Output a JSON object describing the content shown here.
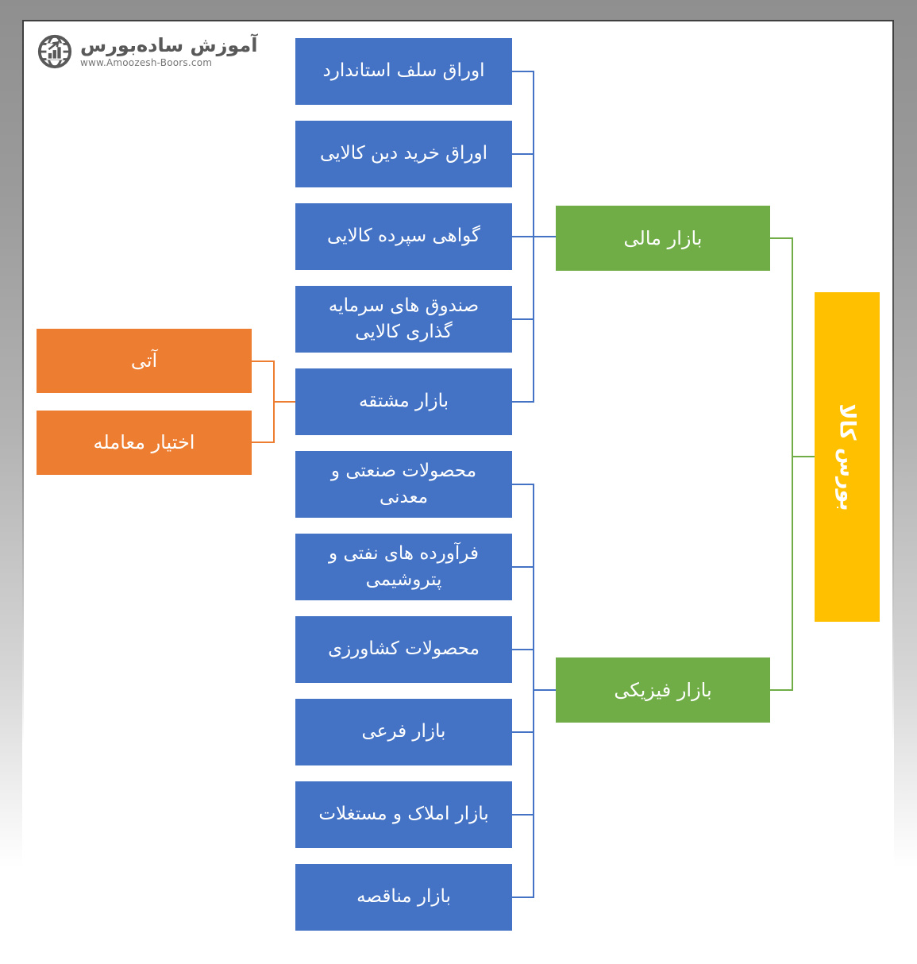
{
  "logo": {
    "title": "آموزش ساده‌بورس",
    "url": "www.Amoozesh-Boors.com"
  },
  "diagram": {
    "root": "بورس کالا",
    "financial_market": "بازار مالی",
    "physical_market": "بازار فیزیکی",
    "financial_children": [
      "اوراق سلف استاندارد",
      "اوراق خرید دین کالایی",
      "گواهی سپرده کالایی",
      "صندوق های سرمایه گذاری کالایی",
      "بازار مشتقه"
    ],
    "physical_children": [
      "محصولات صنعتی و معدنی",
      "فرآورده های نفتی و پتروشیمی",
      "محصولات کشاورزی",
      "بازار فرعی",
      "بازار املاک و مستغلات",
      "بازار مناقصه"
    ],
    "derivative_children": [
      "آتی",
      "اختیار معامله"
    ],
    "colors": {
      "node_blue": "#4472C4",
      "node_green": "#70AD47",
      "node_orange": "#ED7D31",
      "node_yellow": "#FFC000"
    }
  }
}
